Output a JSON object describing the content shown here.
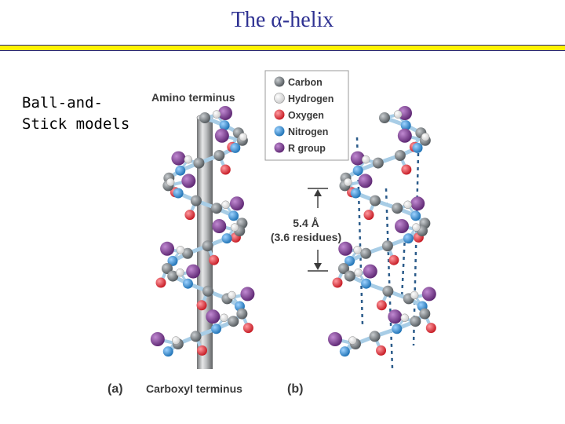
{
  "slide": {
    "title": "The α-helix",
    "side_label_lines": [
      "Ball-and-",
      "Stick models"
    ]
  },
  "figure": {
    "amino_label": "Amino terminus",
    "carboxyl_label": "Carboxyl terminus",
    "panel_a": "(a)",
    "panel_b": "(b)",
    "pitch_value": "5.4 Å",
    "pitch_residues": "(3.6 residues)"
  },
  "legend": [
    {
      "label": "Carbon",
      "color": "#6d7478"
    },
    {
      "label": "Hydrogen",
      "color": "#ffffff"
    },
    {
      "label": "Oxygen",
      "color": "#e2323c"
    },
    {
      "label": "Nitrogen",
      "color": "#2b8fd6"
    },
    {
      "label": "R group",
      "color": "#7d3b91"
    }
  ],
  "colors": {
    "title": "#2e3192",
    "rule_fill": "#fff200",
    "rule_border": "#1a1a8c",
    "bond": "#a8cde6",
    "hbond": "#2b5b8a",
    "axis_rod": "#a7a9ac"
  }
}
